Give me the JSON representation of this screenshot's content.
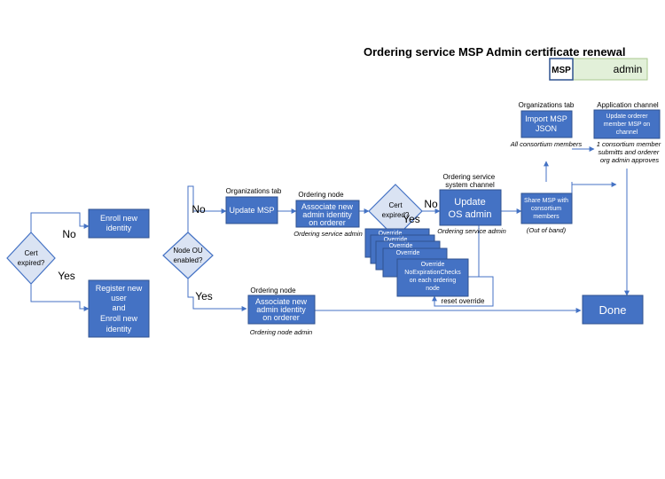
{
  "title": "Ordering service MSP Admin certificate renewal",
  "legend": {
    "msp": "MSP",
    "admin": "admin"
  },
  "colors": {
    "box": "#4472C4",
    "diamond": "#DAE3F3",
    "legend_fill": "#E2F0D9"
  },
  "decisions": {
    "cert_expired_1": [
      "Cert",
      "expired?"
    ],
    "node_ou": [
      "Node OU",
      "enabled?"
    ],
    "cert_expired_2": [
      "Cert",
      "expired?"
    ]
  },
  "branches": {
    "no_1": "No",
    "yes_1": "Yes",
    "no_2": "No",
    "yes_2": "Yes",
    "no_3": "No",
    "yes_3": "Yes"
  },
  "boxes": {
    "enroll": [
      "Enroll new",
      "identity"
    ],
    "register": [
      "Register new",
      "user",
      "and",
      "Enroll new",
      "identity"
    ],
    "update_msp": [
      "Update MSP"
    ],
    "assoc_os": [
      "Associate new",
      "admin identity",
      "on orderer"
    ],
    "assoc_node": [
      "Associate new",
      "admin identity",
      "on orderer"
    ],
    "update_os": [
      "Update",
      "OS admin"
    ],
    "share_msp": [
      "Share MSP with",
      "consortium",
      "members"
    ],
    "import_msp": [
      "Import MSP",
      "JSON"
    ],
    "update_orderer": [
      "Update orderer",
      "member MSP on",
      "channel"
    ],
    "done": [
      "Done"
    ],
    "override_stack": [
      "Override",
      "Override",
      "Override",
      "Override"
    ],
    "override_front": [
      "Override",
      "NoExpirationChecks",
      "on each ordering",
      "node"
    ]
  },
  "labels": {
    "organizations_tab_1": "Organizations tab",
    "ordering_node_1": "Ordering node",
    "ordering_service_admin_1": "Ordering service admin",
    "ordering_service_channel": [
      "Ordering service",
      "system channel"
    ],
    "ordering_service_admin_2": "Ordering service admin",
    "out_of_band": "(Out of band)",
    "organizations_tab_2": "Organizations tab",
    "all_consortium": "All consortium members",
    "application_channel": "Application channel",
    "consortium_note": [
      "1 consortium member",
      "submitts and orderer",
      "org admin approves"
    ],
    "ordering_node_2": "Ordering node",
    "ordering_node_admin": "Ordering node admin",
    "reset_override": "reset override"
  }
}
